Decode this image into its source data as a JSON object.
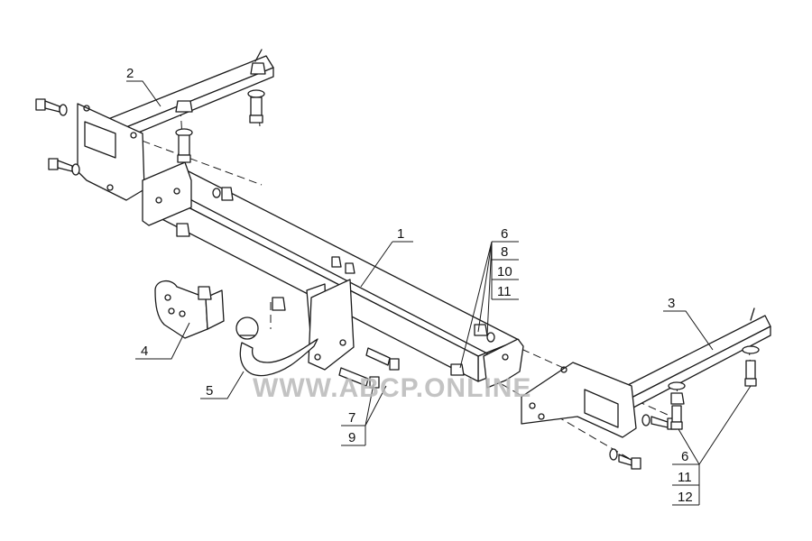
{
  "watermark": "WWW.ABCP.ONLINE",
  "callouts": {
    "c1": "1",
    "c2": "2",
    "c3": "3",
    "c4": "4",
    "c5": "5",
    "c6_top": "6",
    "c8": "8",
    "c10": "10",
    "c11_top": "11",
    "c7": "7",
    "c9": "9",
    "c6_right": "6",
    "c11_right": "11",
    "c12": "12"
  }
}
